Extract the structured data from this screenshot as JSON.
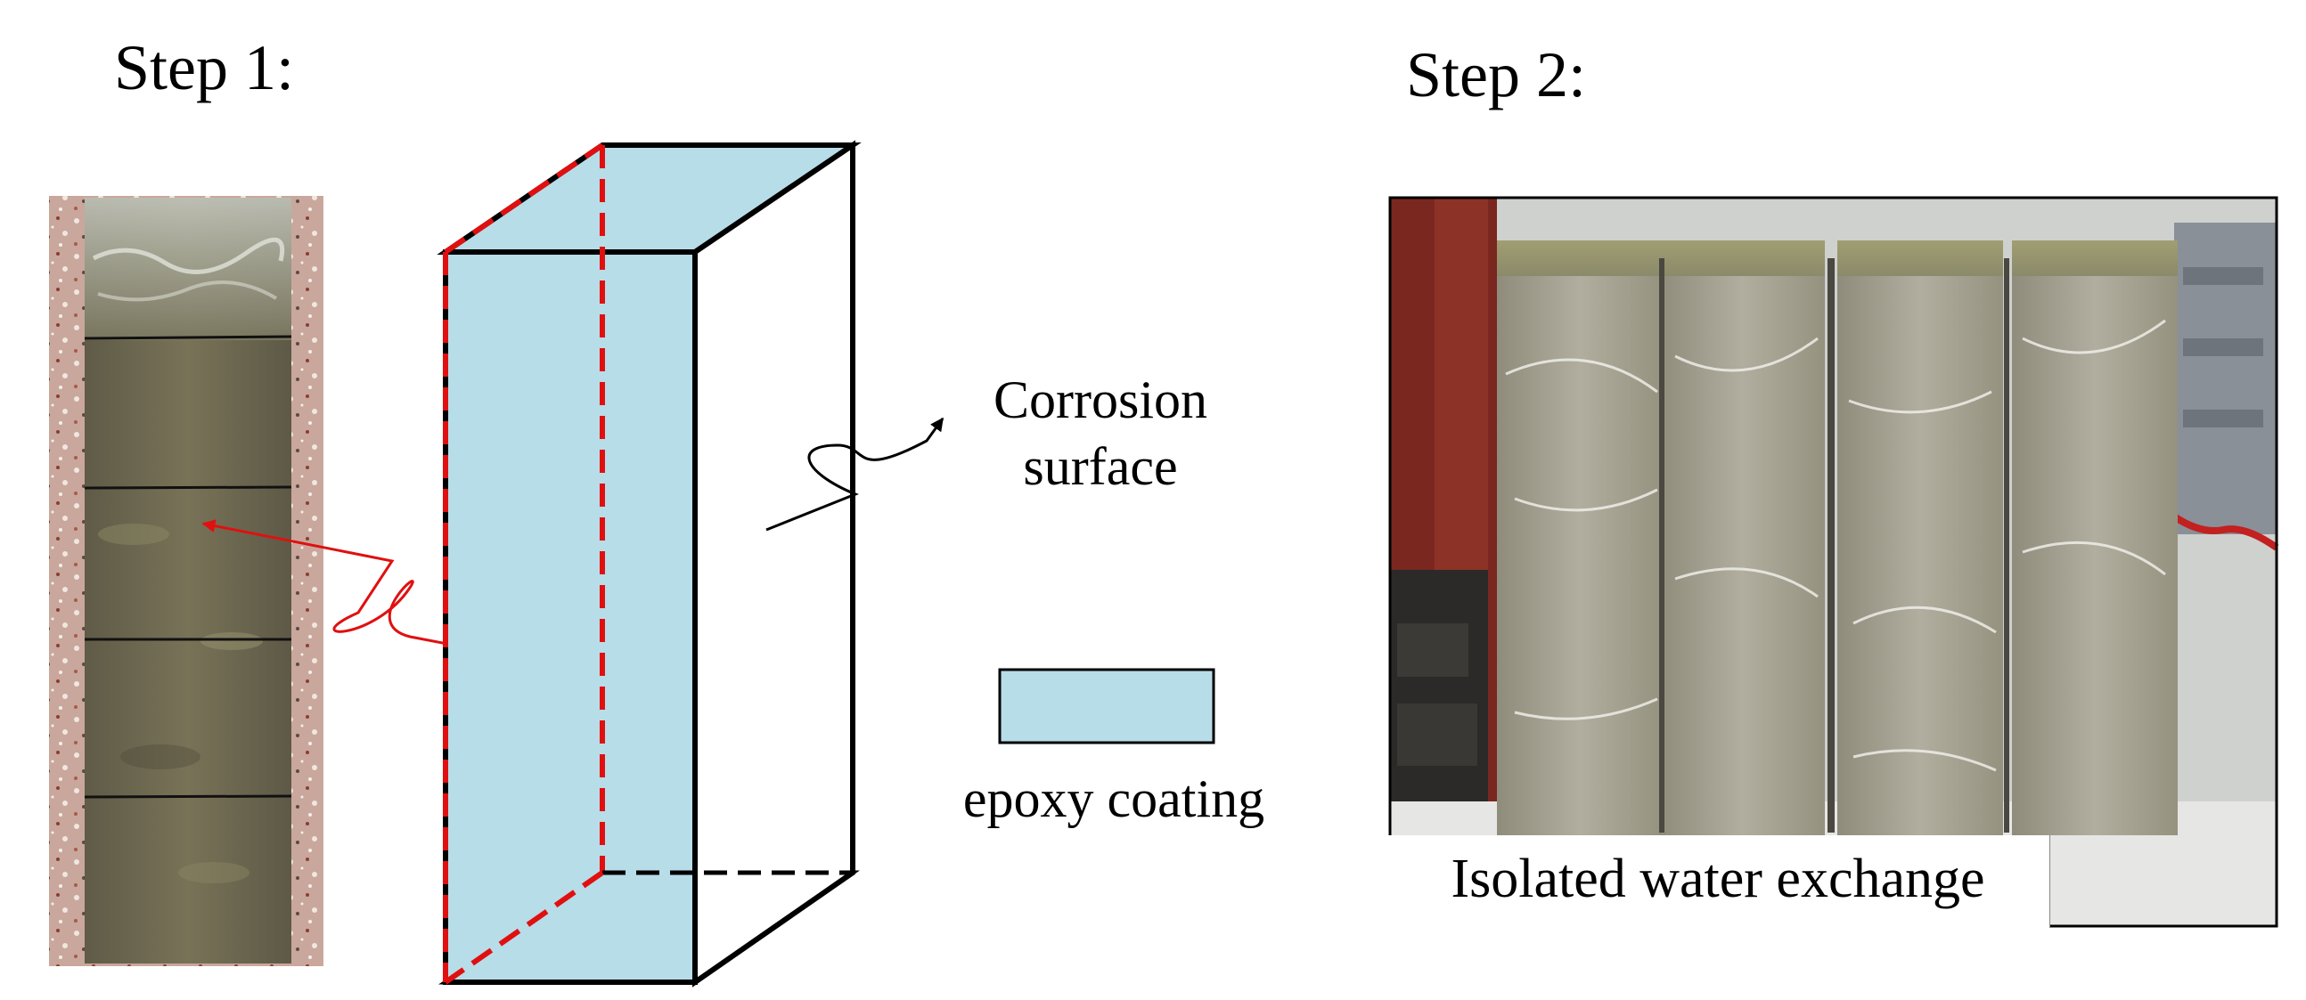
{
  "step1": {
    "title": "Step 1:"
  },
  "step2": {
    "title": "Step 2:",
    "caption": "Isolated water exchange"
  },
  "diagram": {
    "corrosion_label_line1": "Corrosion",
    "corrosion_label_line2": "surface",
    "legend_label": "epoxy coating"
  },
  "colors": {
    "epoxy_fill": "#b7dde8",
    "dashed_edge_red": "#e01010",
    "specimen_concrete": "#6e6a55",
    "terrazzo_background": "#c9a79c"
  }
}
